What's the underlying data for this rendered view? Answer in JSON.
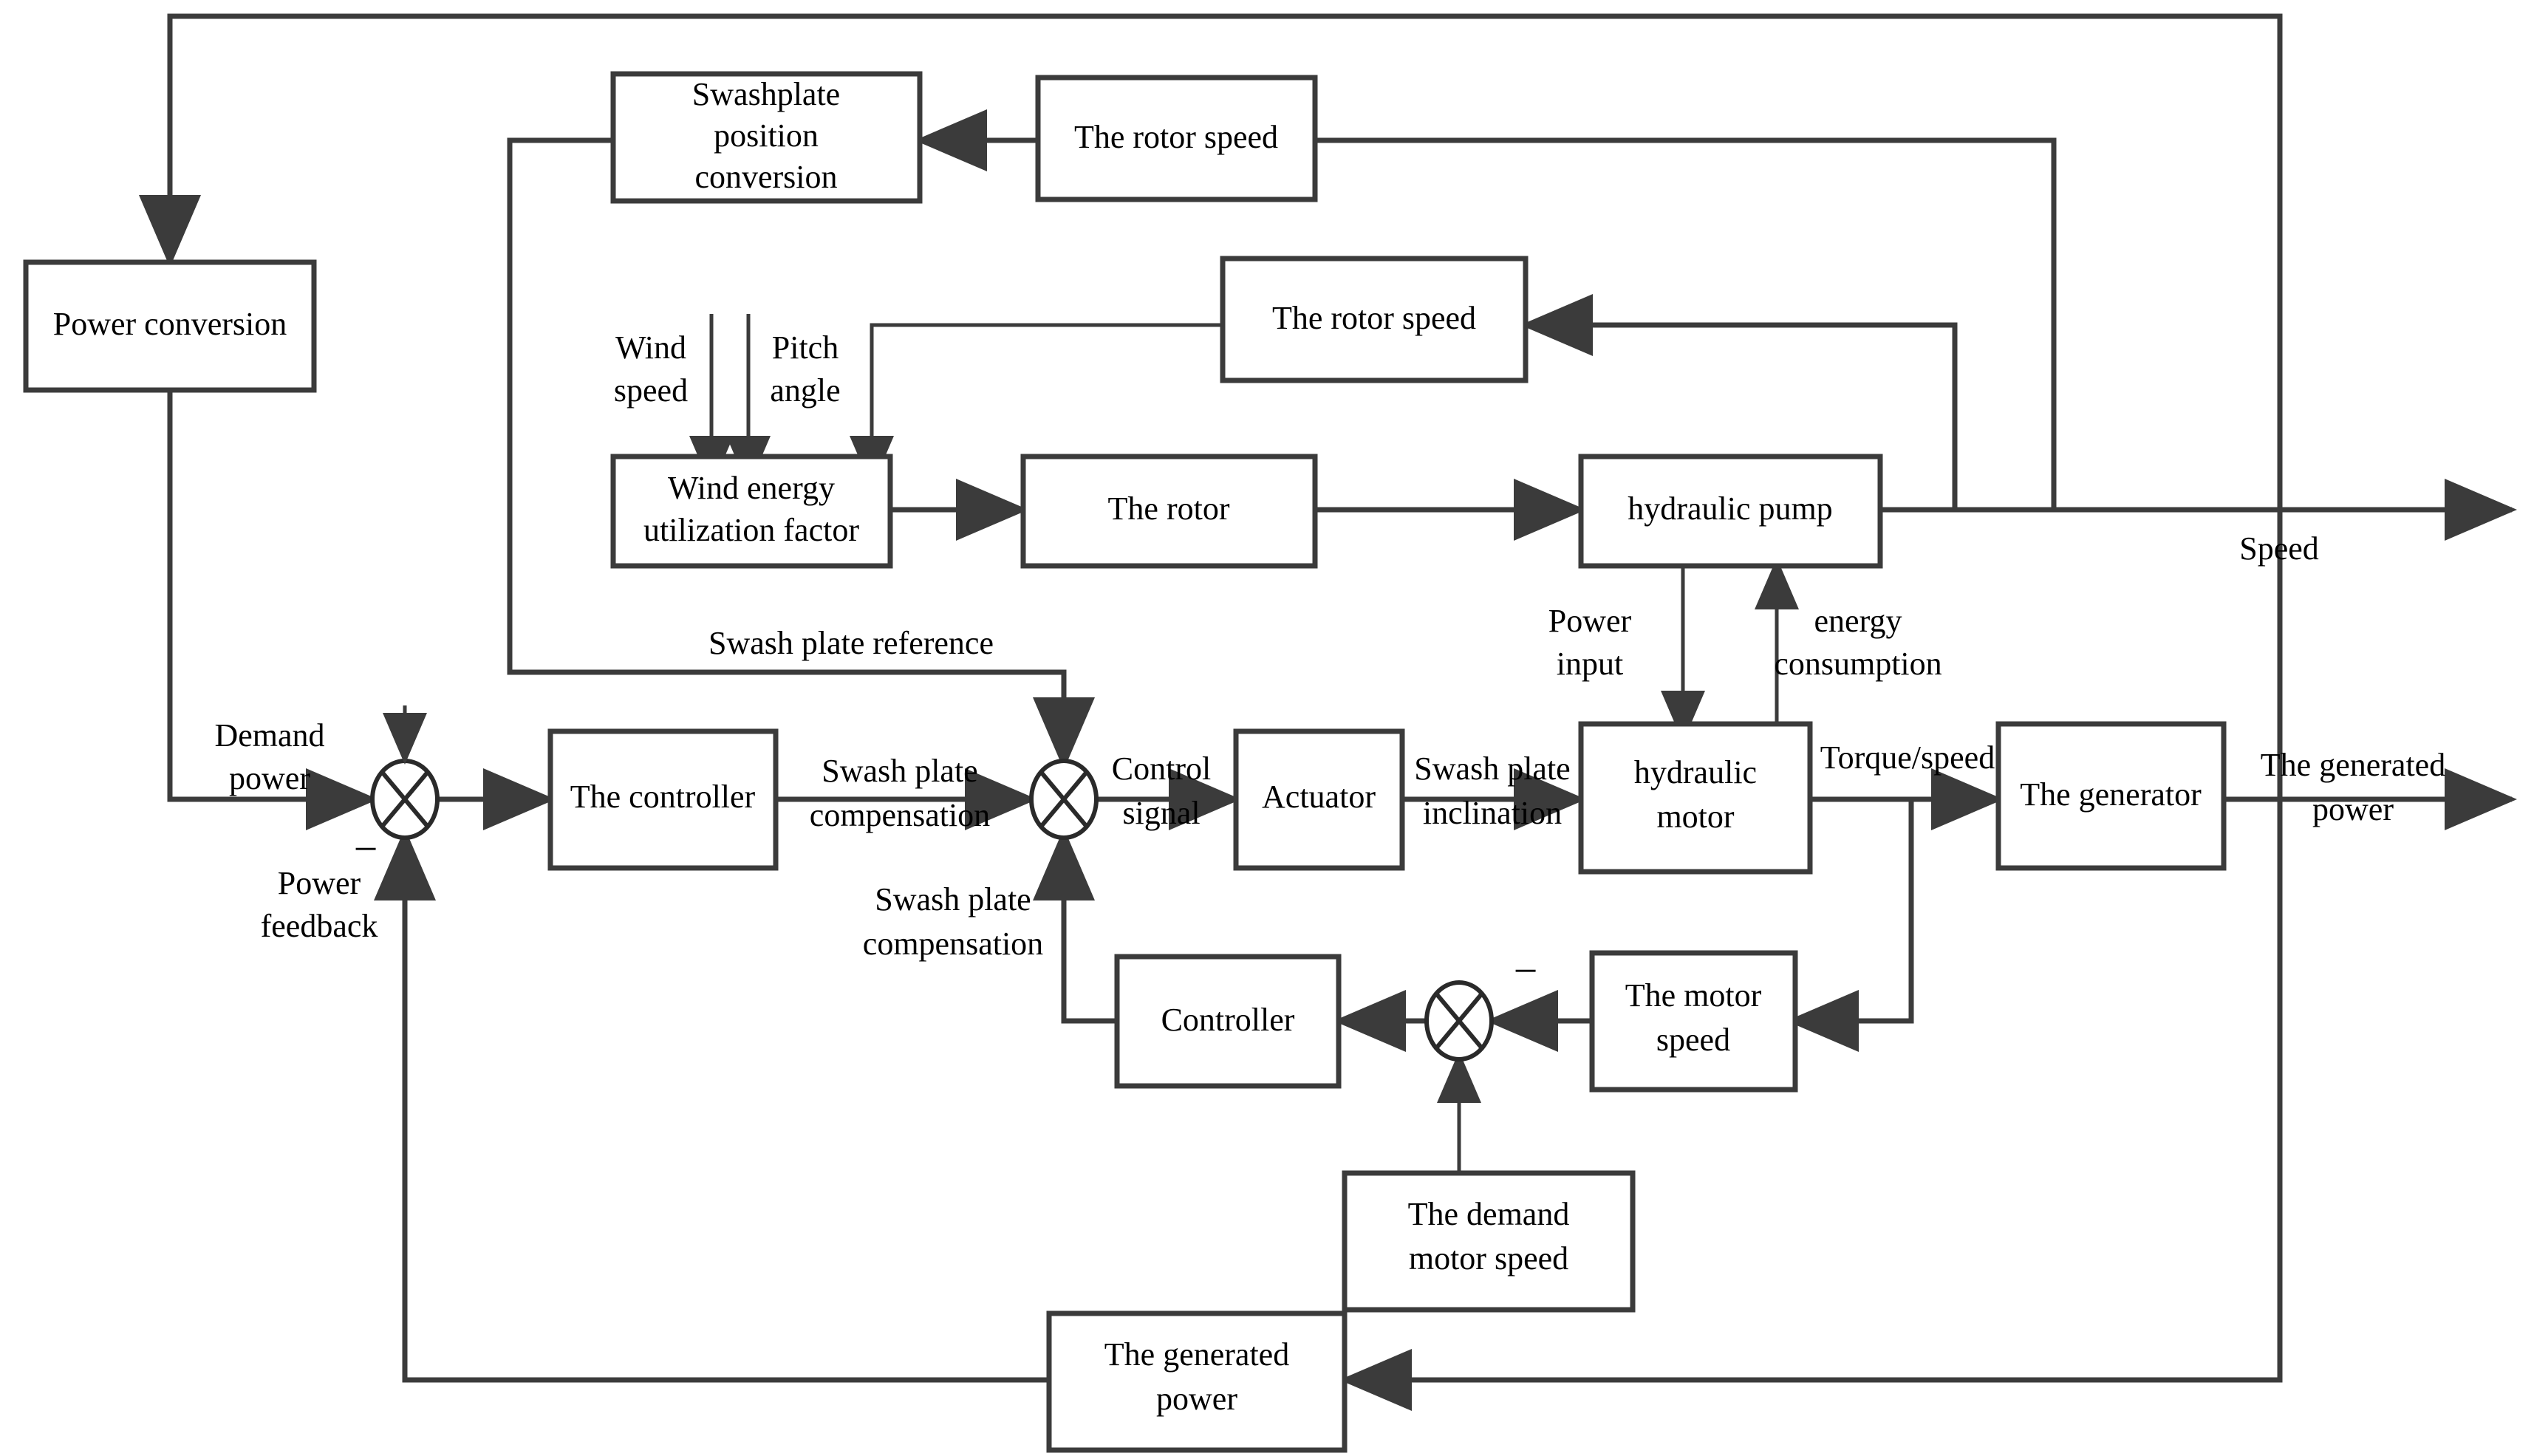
{
  "diagram": {
    "title": "Hydraulic wind turbine power control block diagram",
    "stroke_color": "#3b3b3b",
    "background": "#ffffff"
  },
  "blocks": {
    "power_conversion": "Power conversion",
    "swashplate_position_conversion": "Swashplate\nposition\nconversion",
    "swashplate_line1": "Swashplate",
    "swashplate_line2": "position",
    "swashplate_line3": "conversion",
    "rotor_speed_top": "The rotor speed",
    "rotor_speed_mid": "The rotor speed",
    "wind_energy_line1": "Wind energy",
    "wind_energy_line2": "utilization factor",
    "the_rotor": "The rotor",
    "hydraulic_pump": "hydraulic pump",
    "the_controller": "The controller",
    "actuator": "Actuator",
    "hydraulic_motor_line1": "hydraulic",
    "hydraulic_motor_line2": "motor",
    "the_generator": "The generator",
    "controller": "Controller",
    "motor_speed_line1": "The motor",
    "motor_speed_line2": "speed",
    "demand_motor_speed_line1": "The demand",
    "demand_motor_speed_line2": "motor speed",
    "generated_power_block_line1": "The generated",
    "generated_power_block_line2": "power"
  },
  "signal_labels": {
    "wind_speed_line1": "Wind",
    "wind_speed_line2": "speed",
    "pitch_angle_line1": "Pitch",
    "pitch_angle_line2": "angle",
    "speed_out": "Speed",
    "power_input_line1": "Power",
    "power_input_line2": "input",
    "energy_consumption_line1": "energy",
    "energy_consumption_line2": "consumption",
    "swash_plate_reference": "Swash plate reference",
    "demand_power_line1": "Demand",
    "demand_power_line2": "power",
    "power_feedback_line1": "Power",
    "power_feedback_line2": "feedback",
    "swash_plate_compensation_top_line1": "Swash plate",
    "swash_plate_compensation_top_line2": "compensation",
    "swash_plate_compensation_bottom_line1": "Swash plate",
    "swash_plate_compensation_bottom_line2": "compensation",
    "control_signal_line1": "Control",
    "control_signal_line2": "signal",
    "swash_plate_inclination_line1": "Swash plate",
    "swash_plate_inclination_line2": "inclination",
    "torque_speed": "Torque/speed",
    "generated_power_out_line1": "The generated",
    "generated_power_out_line2": "power",
    "minus_sign_power": "−",
    "minus_sign_motor": "−"
  }
}
